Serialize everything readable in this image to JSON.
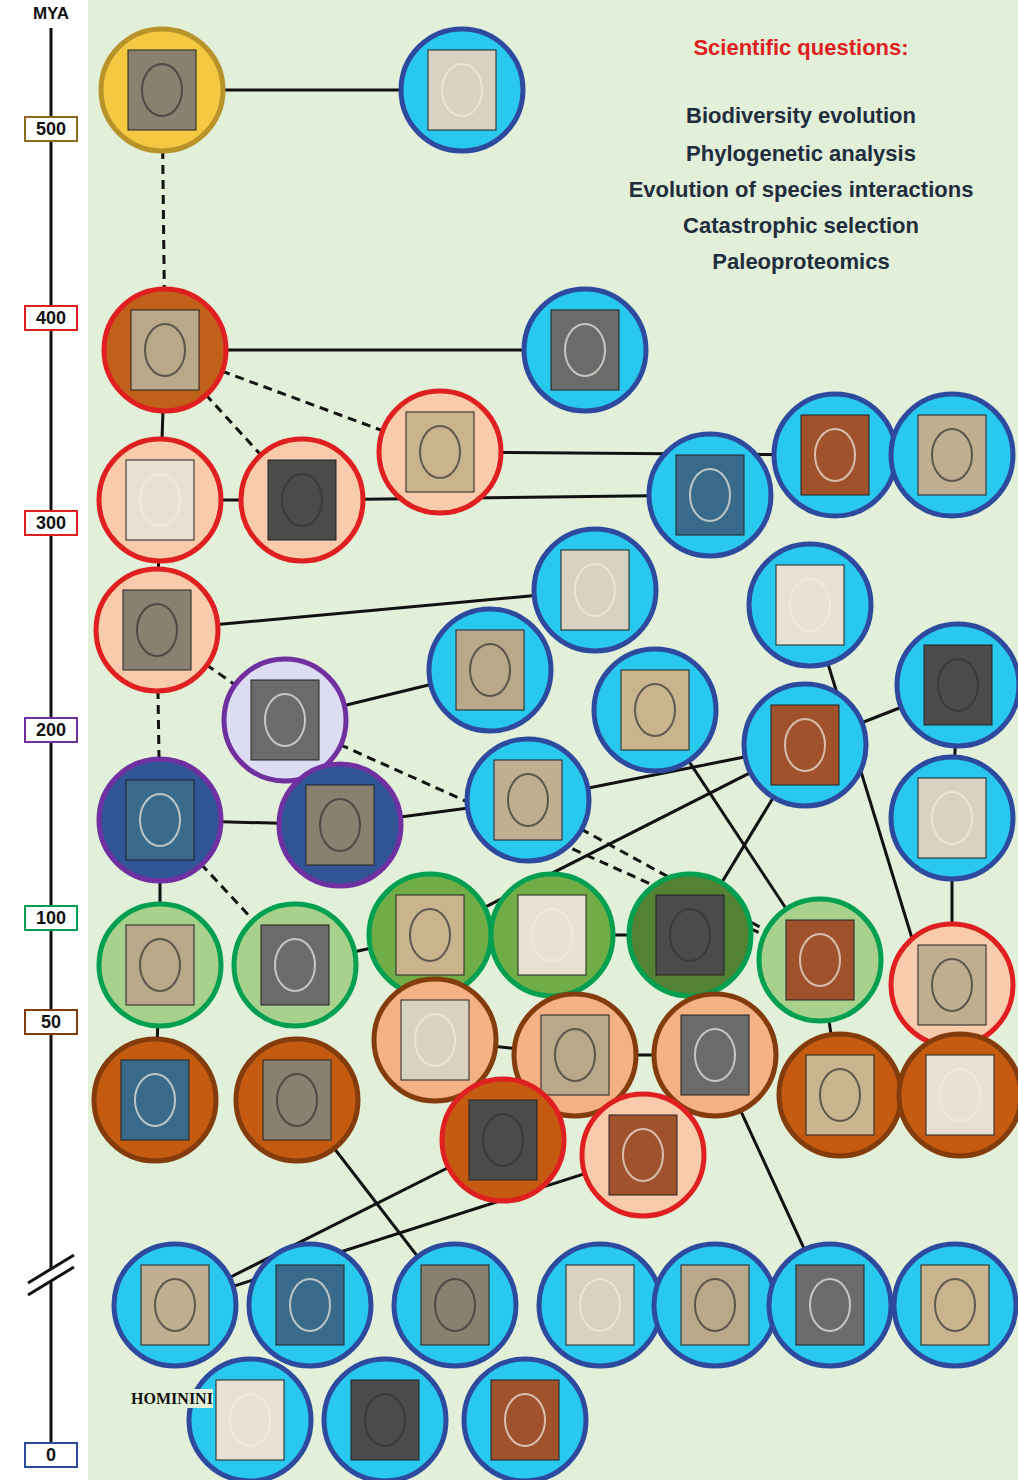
{
  "diagram": {
    "title": "Scientific questions:",
    "nodes": [
      {
        "text": [
          "500"
        ]
      },
      {
        "text": [
          "400"
        ]
      },
      {
        "text": [
          "300"
        ]
      },
      {
        "text": [
          "200"
        ]
      },
      {
        "text": [
          "100"
        ]
      },
      {
        "text": [
          "50"
        ]
      },
      {
        "text": [
          "0"
        ]
      }
    ],
    "edges": [
      {
        "from": 0,
        "to": 1,
        "arrow": "none"
      },
      {
        "from": 1,
        "to": 2,
        "arrow": "none"
      },
      {
        "from": 2,
        "to": 3,
        "arrow": "none"
      },
      {
        "from": 3,
        "to": 4,
        "arrow": "none"
      },
      {
        "from": 4,
        "to": 5,
        "arrow": "none"
      },
      {
        "from": 5,
        "to": 6,
        "arrow": "none"
      }
    ],
    "labels": [
      "MYA",
      "Biodiversity evolution",
      "Phylogenetic analysis",
      "Evolution of species interactions",
      "Catastrophic selection",
      "Paleoproteomics",
      "HOMININI"
    ]
  }
}
